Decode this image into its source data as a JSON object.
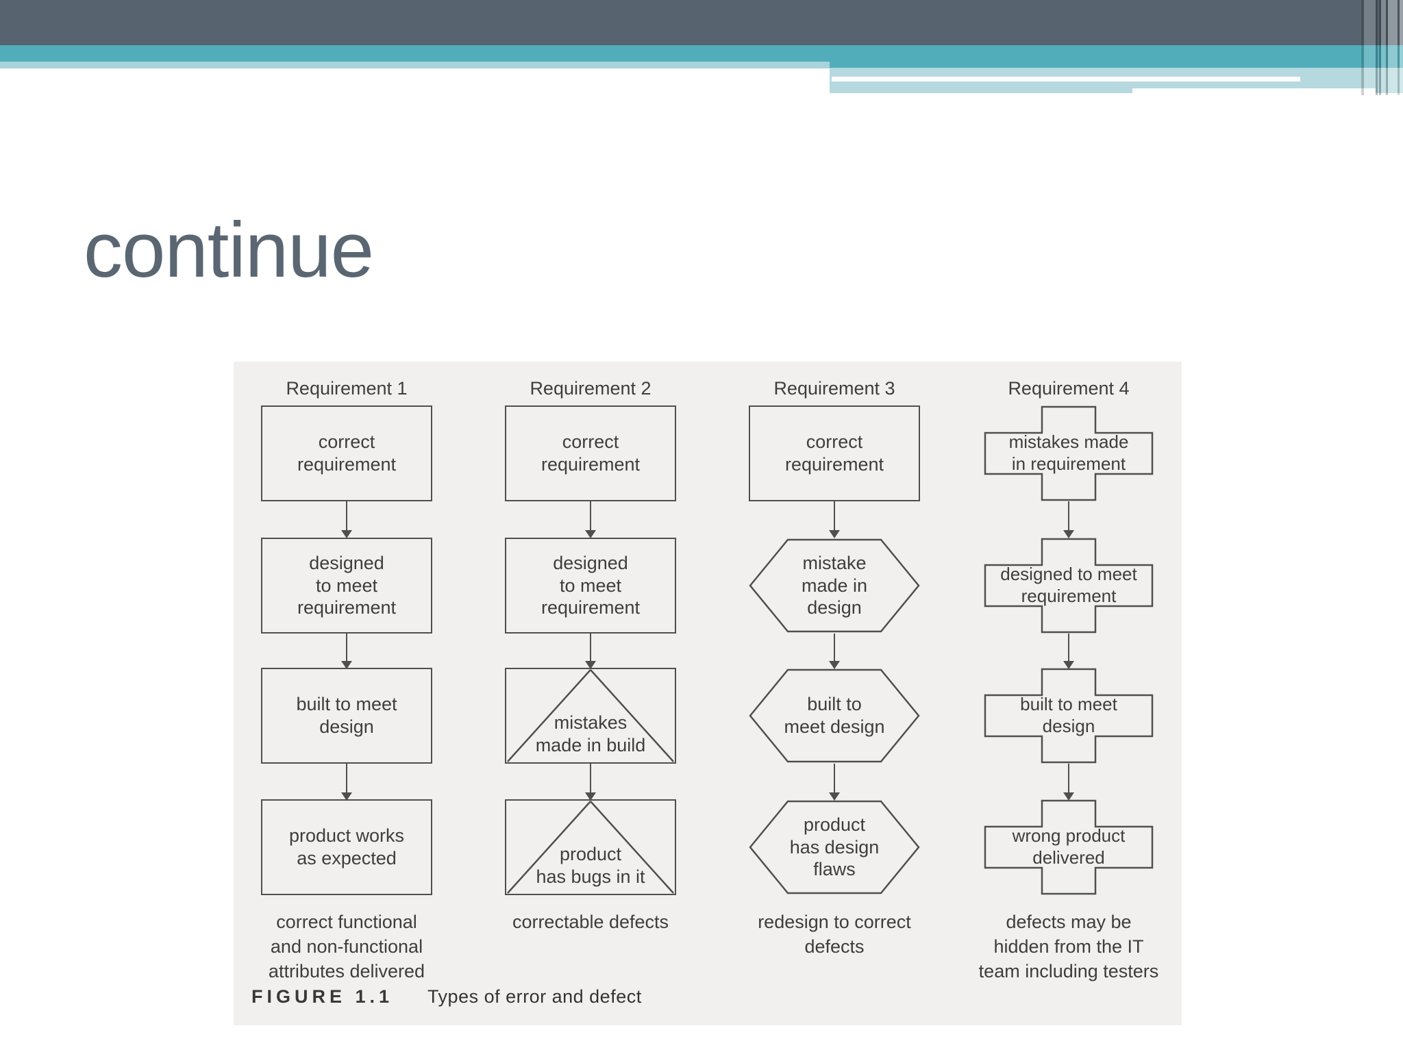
{
  "slide": {
    "title": "continue"
  },
  "theme": {
    "dark_bar": "#57636e",
    "teal_bar": "#52adbb",
    "light_bar": "#a9d4db",
    "title_color": "#5a6772",
    "figure_bg": "#f1f0ee",
    "line_color": "#4f4f4f",
    "text_color": "#3e3e3e"
  },
  "figure": {
    "caption_label": "FIGURE 1.1",
    "caption_text": "Types of error and defect",
    "columns": [
      {
        "header": "Requirement 1",
        "nodes": [
          "correct\nrequirement",
          "designed\nto meet\nrequirement",
          "built to meet\ndesign",
          "product works\nas expected"
        ],
        "caption": "correct functional\nand non-functional\nattributes delivered"
      },
      {
        "header": "Requirement 2",
        "nodes": [
          "correct\nrequirement",
          "designed\nto meet\nrequirement",
          "mistakes\nmade in build",
          "product\nhas bugs in it"
        ],
        "caption": "correctable defects"
      },
      {
        "header": "Requirement 3",
        "nodes": [
          "correct\nrequirement",
          "mistake\nmade in\ndesign",
          "built to\nmeet design",
          "product\nhas design\nflaws"
        ],
        "caption": "redesign to correct\ndefects"
      },
      {
        "header": "Requirement 4",
        "nodes": [
          "mistakes made\nin requirement",
          "designed to meet\nrequirement",
          "built to meet\ndesign",
          "wrong product\ndelivered"
        ],
        "caption": "defects may be\nhidden from the IT\nteam including testers"
      }
    ]
  }
}
